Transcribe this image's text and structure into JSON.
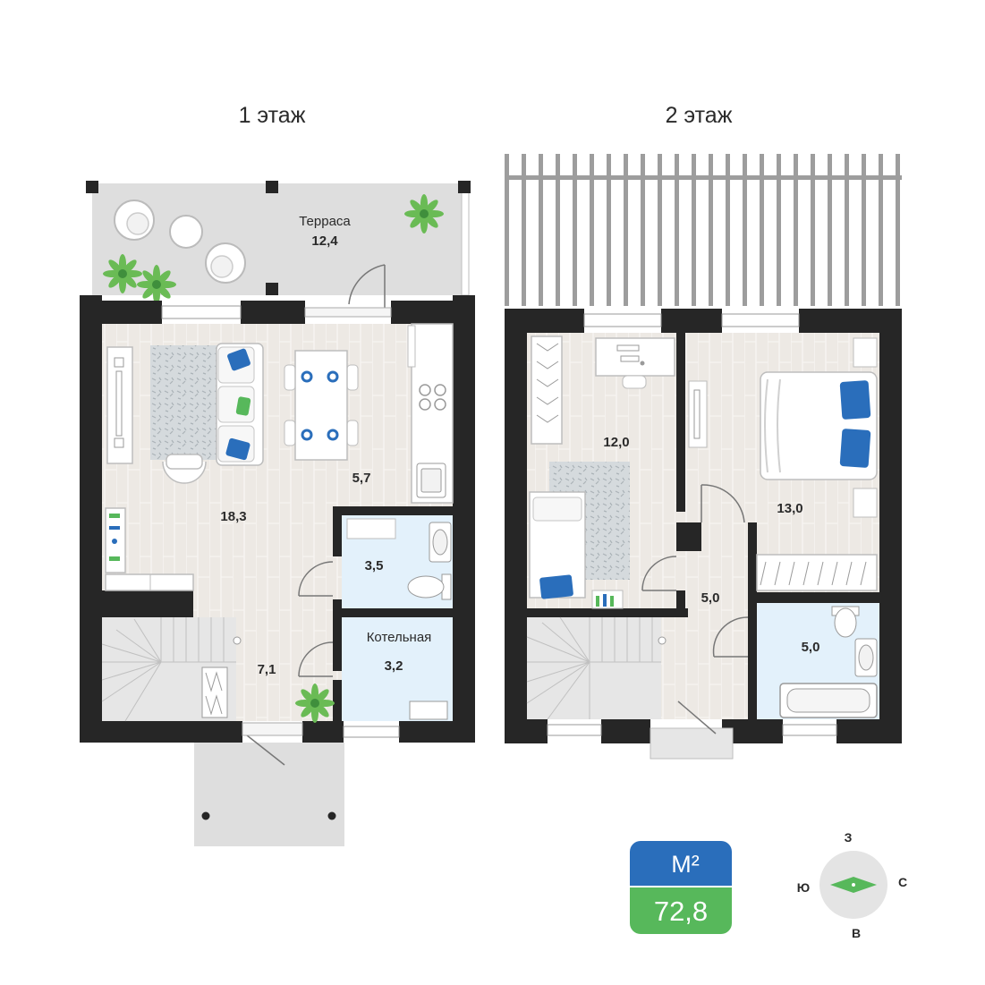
{
  "floors": [
    {
      "title": "1 этаж"
    },
    {
      "title": "2 этаж"
    }
  ],
  "rooms": {
    "terrace_name": "Терраса",
    "terrace_area": "12,4",
    "living_area": "18,3",
    "kitchen_area": "5,7",
    "bath1_area": "3,5",
    "boiler_name": "Котельная",
    "boiler_area": "3,2",
    "hall1_area": "7,1",
    "bedroom1_area": "12,0",
    "bedroom2_area": "13,0",
    "hall2_area": "5,0",
    "bath2_area": "5,0"
  },
  "total": {
    "unit": "М²",
    "value": "72,8"
  },
  "compass": {
    "north": "З",
    "east": "С",
    "south": "В",
    "west": "Ю"
  },
  "colors": {
    "wall": "#262626",
    "floor_wood": "#ede9e4",
    "bathroom": "#e3f1fb",
    "terrace": "#dedede",
    "rug": "#c9cfd2",
    "accent_blue": "#2a6ebb",
    "accent_green": "#57b85b",
    "plant": "#6abb55",
    "compass_bg": "#e4e4e4"
  },
  "icons": [
    "plant-icon",
    "compass-arrow-icon",
    "stove-icon",
    "sink-icon",
    "toilet-icon",
    "bathtub-icon",
    "bed-icon",
    "sofa-icon",
    "staircase-icon",
    "door-swing-icon"
  ]
}
